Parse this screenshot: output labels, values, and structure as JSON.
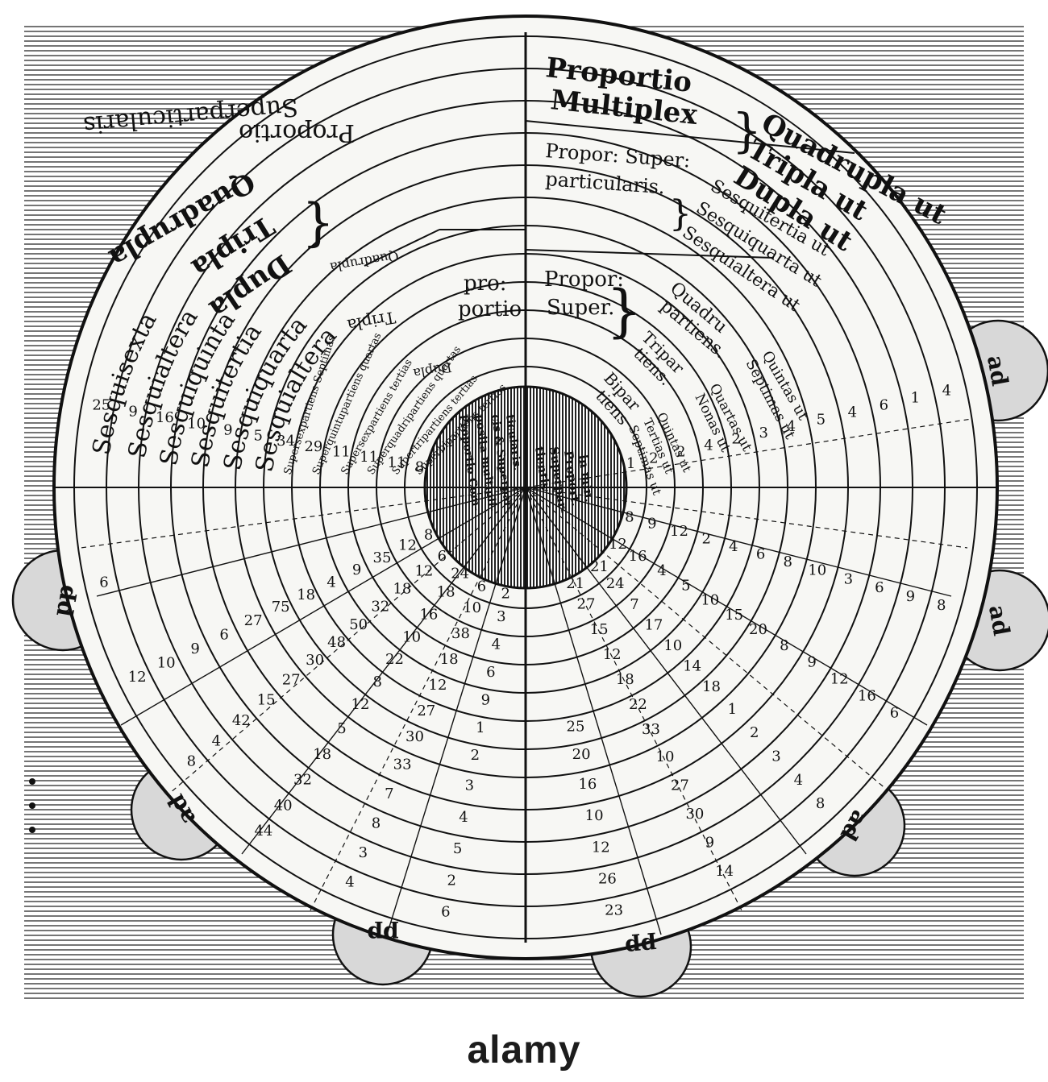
{
  "colors": {
    "ink": "#111111",
    "paper": "#ffffff",
    "disc": "#f7f7f4",
    "lobe": "#d8d8d8",
    "watermark_bg": "#ffffff"
  },
  "watermark": {
    "text": "alamy"
  },
  "lobes": {
    "right_top": "ad",
    "right_mid": "ad",
    "right_low": "ad",
    "left_mid": "pp",
    "left_low": "ad",
    "bottom_left": "pp",
    "bottom_mid": "pp"
  },
  "right_half": {
    "multiplex": {
      "title_1": "Proportio",
      "title_2": "Multiplex",
      "brace": "}",
      "items": [
        "Quadrupla ut",
        "Tripla ut",
        "Dupla ut"
      ]
    },
    "superparticularis": {
      "title_1": "Propor: Super:",
      "title_2": "particularis.",
      "brace": "}",
      "items": [
        "Sesquitertia ut",
        "Sesquiquarta ut",
        "Sesquialtera ut"
      ]
    },
    "superpartiens": {
      "title_1": "Propor:",
      "title_2": "Super.",
      "brace": "}",
      "groups": [
        {
          "name_1": "Quadru",
          "name_2": "partiens.",
          "items": [
            "Quintas ut",
            "Septimas ut"
          ]
        },
        {
          "name_1": "Tripar",
          "name_2": "tiens.",
          "items": [
            "Quartas ut",
            "Nonas ut"
          ]
        },
        {
          "name_1": "Bipar",
          "name_2": "tiens",
          "items": [
            "Quintas ut",
            "Tertias ut",
            "Septimas ut"
          ]
        }
      ]
    },
    "center": {
      "line_1": "Proport.",
      "line_2": "Superpar-",
      "line_3": "tientis",
      "line_4": "in min."
    },
    "upper_numbers": [
      "4",
      "1",
      "6",
      "4",
      "5",
      "4",
      "3",
      "2",
      "4",
      "2",
      "2",
      "1"
    ],
    "lower_numbers": [
      "8",
      "9",
      "6",
      "3",
      "10",
      "8",
      "6",
      "4",
      "2",
      "12",
      "9",
      "8",
      "6",
      "16",
      "12",
      "9",
      "8",
      "20",
      "15",
      "10",
      "5",
      "4",
      "16",
      "12",
      "8",
      "4",
      "3",
      "2",
      "1",
      "18",
      "14",
      "10",
      "17",
      "7",
      "24",
      "21",
      "14",
      "9",
      "30",
      "27",
      "10",
      "33",
      "22",
      "18",
      "12",
      "15",
      "27",
      "21",
      "23",
      "26",
      "12",
      "10",
      "16",
      "20",
      "25"
    ]
  },
  "left_half": {
    "superparticularis": {
      "title_1": "Proportio",
      "title_2": "Superparticularis",
      "brace": "{",
      "items": [
        "Quadrupla",
        "Tripla",
        "Dupla"
      ]
    },
    "ring_items": [
      "Sesquisexta",
      "Sesquialtera",
      "Sesquiquinta",
      "Sesquitertia",
      "Sesquiquarta",
      "Sesquialtera"
    ],
    "multiplex_inner": {
      "title_1": "pro:",
      "title_2": "portio",
      "items": [
        "Quadrupla",
        "Tripla",
        "Dupla"
      ]
    },
    "superpartiens_inner": [
      "Supersexpartiens Septimas",
      "Superquintupartiens quartas",
      "Supersexpartiens tertias",
      "Superquadripartiens quartas",
      "Supertripartiens tertias",
      "Superbipartiens tertias"
    ],
    "center": {
      "line_1": "Proportio Com-",
      "line_2": "posita multipli-",
      "line_3": "cis & Superpar-",
      "line_4": "ticularis."
    },
    "upper_numbers": [
      "25",
      "9",
      "16",
      "10",
      "9",
      "5",
      "34",
      "29",
      "11",
      "11",
      "11",
      "8"
    ],
    "lower_numbers": [
      "6",
      "2",
      "5",
      "4",
      "3",
      "2",
      "1",
      "9",
      "6",
      "4",
      "3",
      "2",
      "4",
      "3",
      "8",
      "7",
      "33",
      "30",
      "27",
      "12",
      "18",
      "38",
      "10",
      "6",
      "44",
      "40",
      "32",
      "18",
      "5",
      "12",
      "8",
      "22",
      "10",
      "16",
      "18",
      "24",
      "8",
      "4",
      "42",
      "15",
      "27",
      "30",
      "48",
      "50",
      "32",
      "18",
      "12",
      "6",
      "12",
      "10",
      "9",
      "6",
      "27",
      "75",
      "18",
      "4",
      "9",
      "35",
      "12",
      "8",
      "6"
    ]
  }
}
